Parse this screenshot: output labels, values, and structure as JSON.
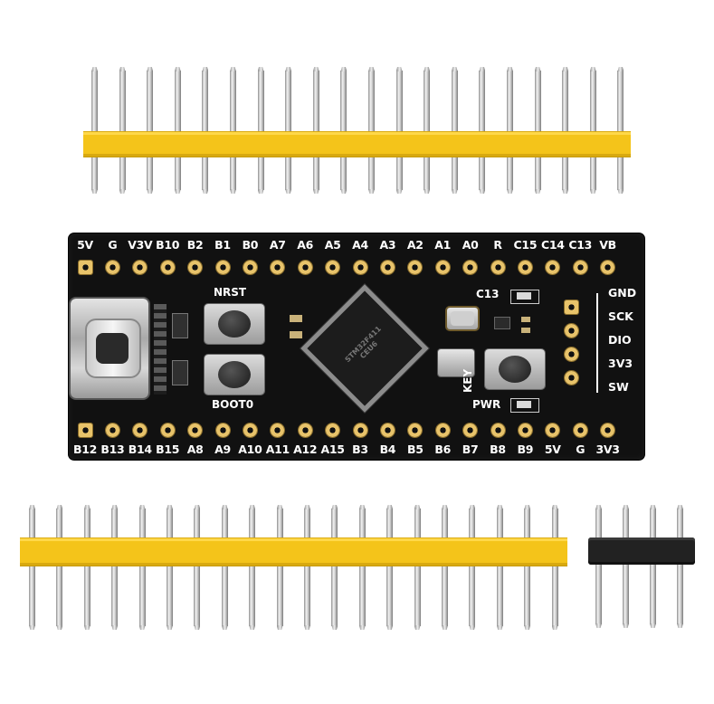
{
  "board": {
    "top_labels": [
      "5V",
      "G",
      "V3V",
      "B10",
      "B2",
      "B1",
      "B0",
      "A7",
      "A6",
      "A5",
      "A4",
      "A3",
      "A2",
      "A1",
      "A0",
      "R",
      "C15",
      "C14",
      "C13",
      "VB"
    ],
    "bottom_labels": [
      "B12",
      "B13",
      "B14",
      "B15",
      "A8",
      "A9",
      "A10",
      "A11",
      "A12",
      "A15",
      "B3",
      "B4",
      "B5",
      "B6",
      "B7",
      "B8",
      "B9",
      "5V",
      "G",
      "3V3"
    ],
    "swd_labels": [
      "GND",
      "SCK",
      "DIO",
      "3V3",
      "SW"
    ],
    "button_labels": {
      "reset": "NRST",
      "boot": "BOOT0",
      "key": "KEY"
    },
    "led_labels": {
      "user": "C13",
      "power": "PWR"
    },
    "chip_marking": "STM32F411 CEU6"
  },
  "colors": {
    "board": "#111111",
    "header_plastic": "#f4c41a",
    "pad_gold": "#e8c36a",
    "silkscreen": "#ffffff"
  }
}
